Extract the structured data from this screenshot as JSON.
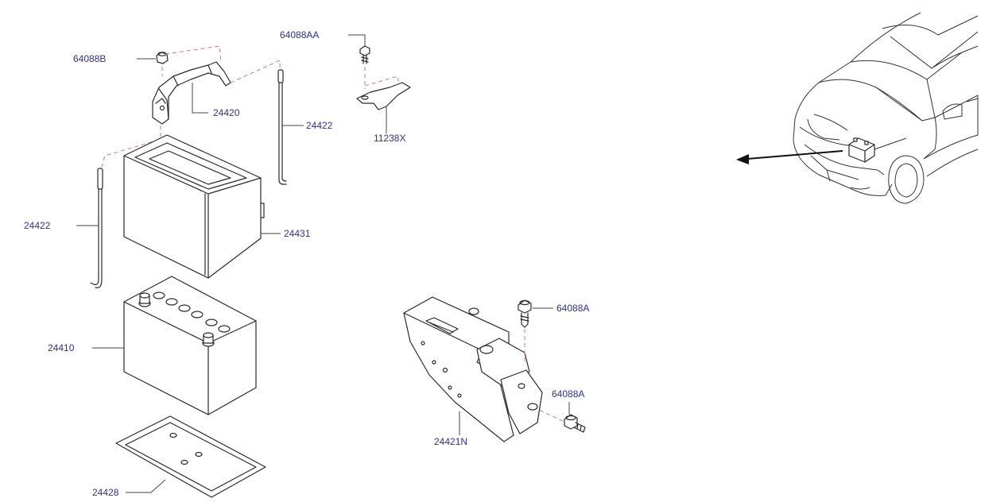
{
  "diagram": {
    "callouts": {
      "p64088AA": "64088AA",
      "p64088B": "64088B",
      "p24420": "24420",
      "p24422_right": "24422",
      "p11238X": "11238X",
      "p24422_left": "24422",
      "p24431": "24431",
      "p24410": "24410",
      "p24428": "24428",
      "p64088A_top": "64088A",
      "p64088A_bottom": "64088A",
      "p24421N": "24421N"
    },
    "colors": {
      "callout_text": "#2b2f9e",
      "line_art": "#2a2a2a",
      "dashed_guides": "#e07f8a"
    }
  }
}
